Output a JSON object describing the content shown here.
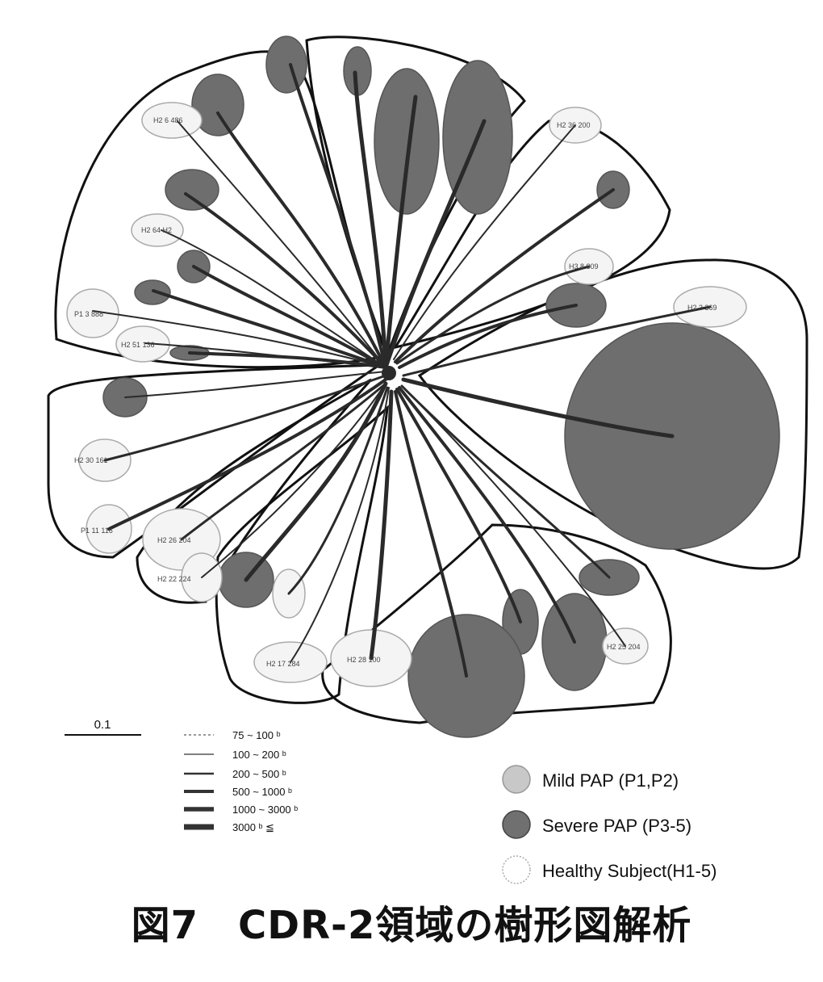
{
  "caption": "図7　CDR-2領域の樹形図解析",
  "scale_bar": {
    "label": "0.1"
  },
  "thickness_legend": [
    {
      "label": "75 ~ 100 ᵇ"
    },
    {
      "label": "100 ~ 200 ᵇ"
    },
    {
      "label": "200 ~ 500 ᵇ"
    },
    {
      "label": "500 ~ 1000 ᵇ"
    },
    {
      "label": "1000 ~ 3000 ᵇ"
    },
    {
      "label": "3000 ᵇ ≦"
    }
  ],
  "group_legend": [
    {
      "label": "Mild PAP (P1,P2)",
      "color": "#c8c8c8"
    },
    {
      "label": "Severe PAP (P3-5)",
      "color": "#707070"
    },
    {
      "label": "Healthy Subject(H1-5)",
      "color": "#ffffff"
    }
  ],
  "colors": {
    "severe": "#6e6e6e",
    "mild": "#cfcfcf",
    "branch": "#2a2a2a"
  }
}
